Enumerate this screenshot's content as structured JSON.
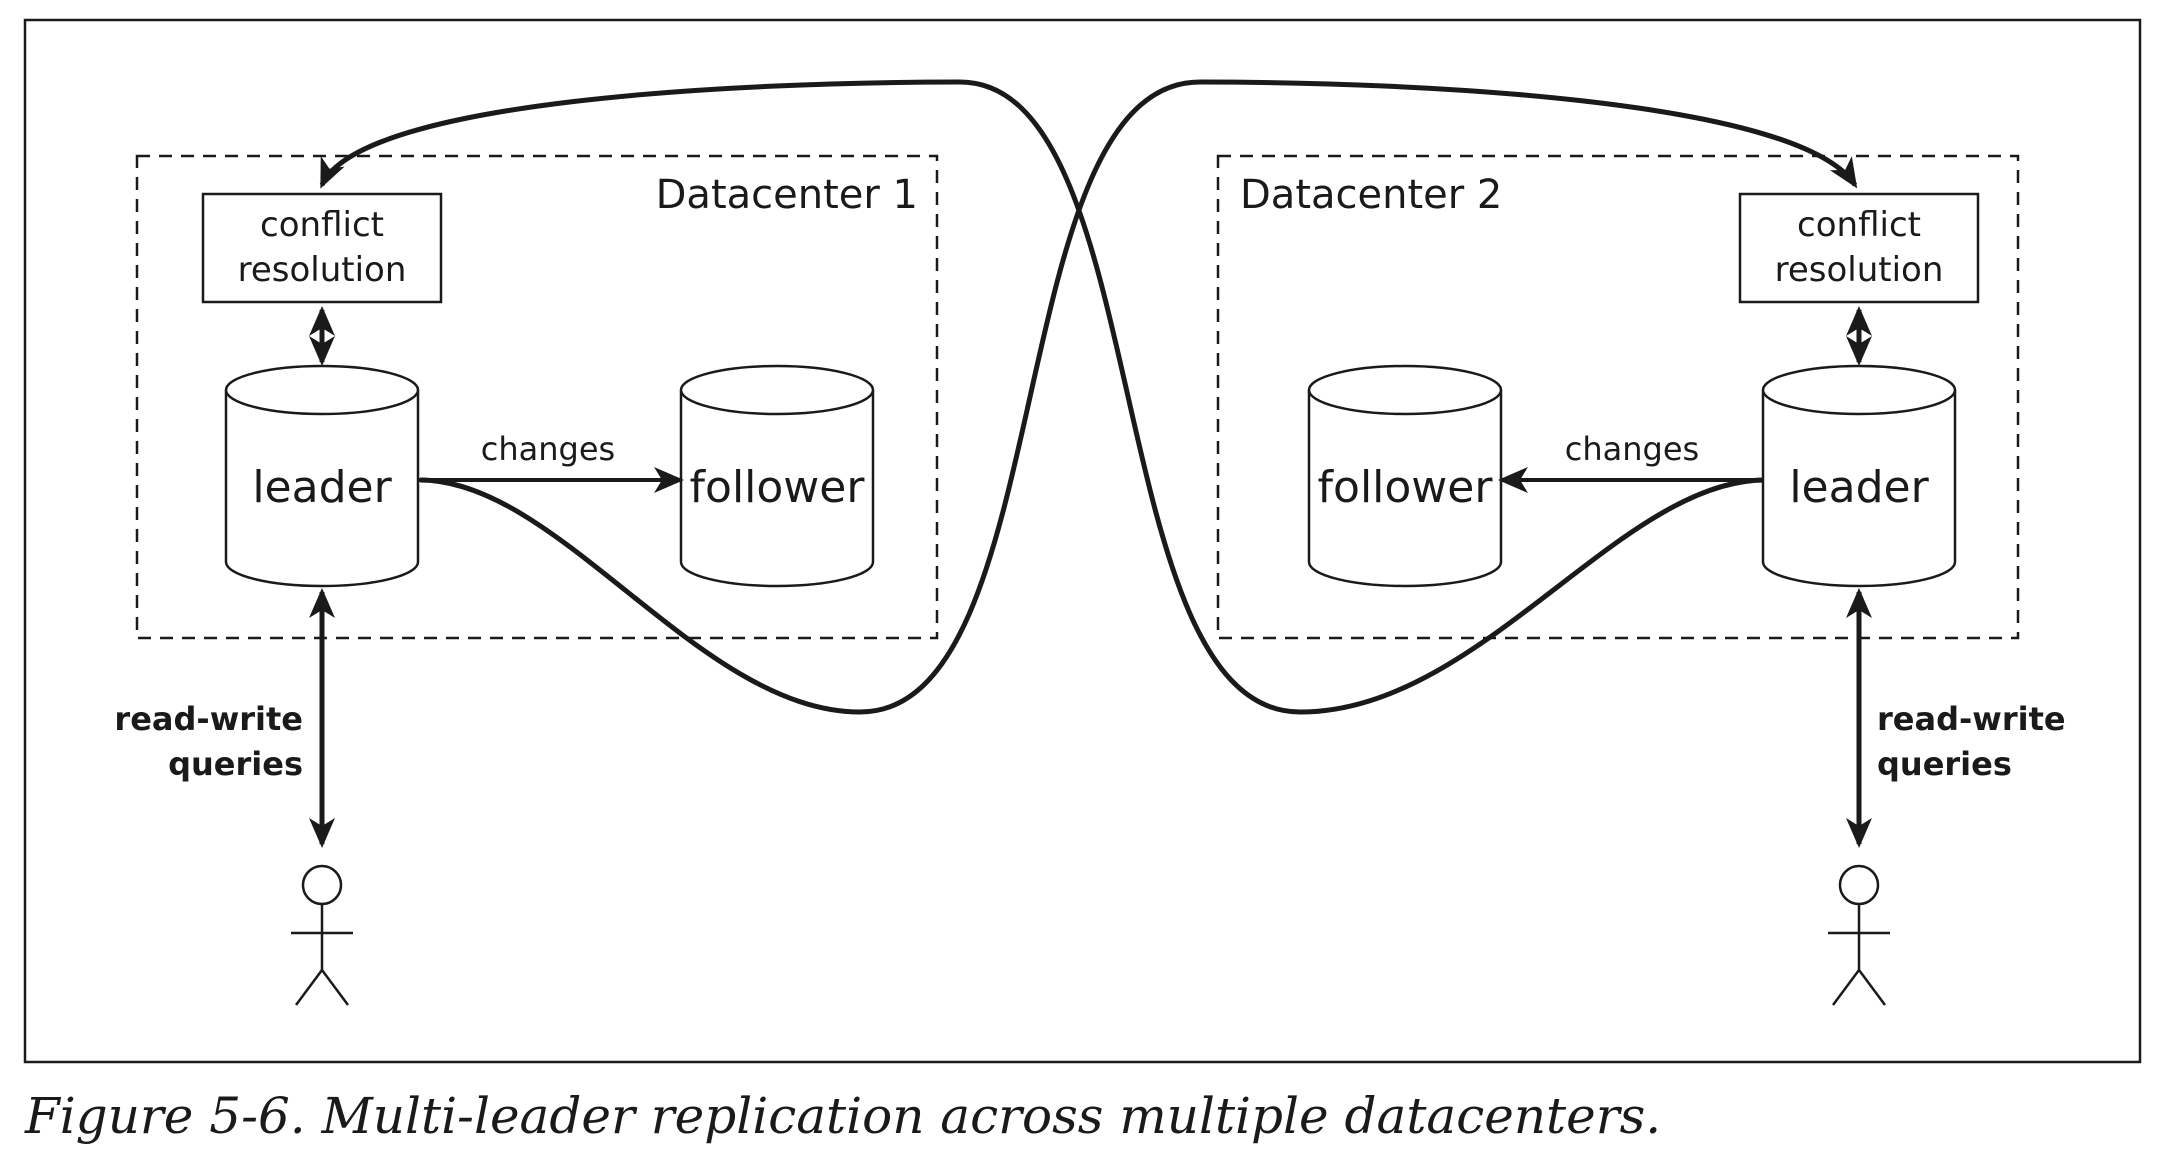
{
  "datacenters": [
    {
      "name": "Datacenter 1",
      "conflict_line1": "conflict",
      "conflict_line2": "resolution",
      "leader_label": "leader",
      "follower_label": "follower",
      "changes_label": "changes",
      "queries_line1": "read-write",
      "queries_line2": "queries"
    },
    {
      "name": "Datacenter 2",
      "conflict_line1": "conflict",
      "conflict_line2": "resolution",
      "leader_label": "leader",
      "follower_label": "follower",
      "changes_label": "changes",
      "queries_line1": "read-write",
      "queries_line2": "queries"
    }
  ],
  "caption": "Figure 5-6. Multi-leader replication across multiple datacenters.",
  "colors": {
    "ink": "#1a1a1a",
    "background": "#ffffff"
  }
}
